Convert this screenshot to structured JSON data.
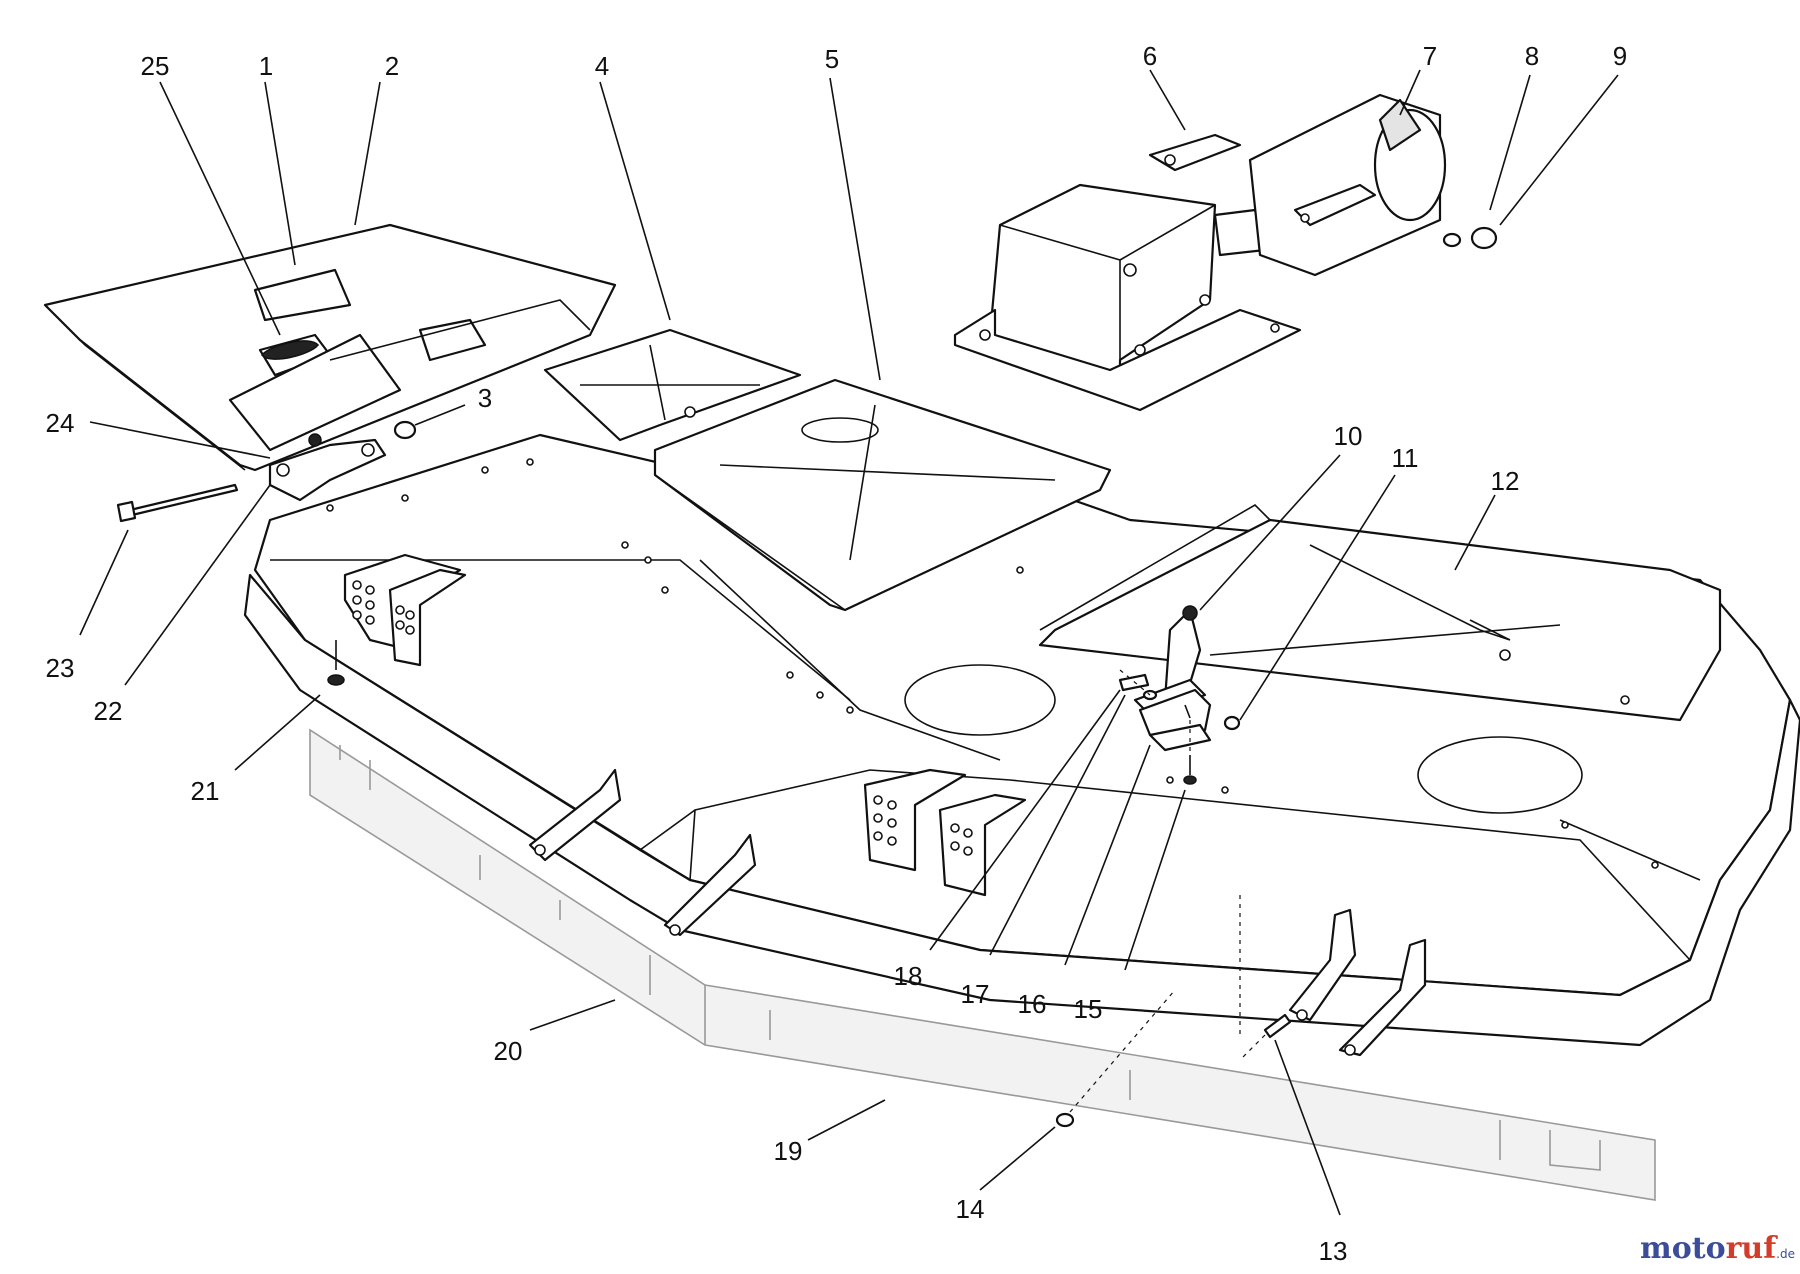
{
  "diagram": {
    "callouts": [
      {
        "id": "c25",
        "label": "25"
      },
      {
        "id": "c1",
        "label": "1"
      },
      {
        "id": "c2",
        "label": "2"
      },
      {
        "id": "c4",
        "label": "4"
      },
      {
        "id": "c5",
        "label": "5"
      },
      {
        "id": "c6",
        "label": "6"
      },
      {
        "id": "c7",
        "label": "7"
      },
      {
        "id": "c8",
        "label": "8"
      },
      {
        "id": "c9",
        "label": "9"
      },
      {
        "id": "c3",
        "label": "3"
      },
      {
        "id": "c24",
        "label": "24"
      },
      {
        "id": "c10",
        "label": "10"
      },
      {
        "id": "c11",
        "label": "11"
      },
      {
        "id": "c12",
        "label": "12"
      },
      {
        "id": "c23",
        "label": "23"
      },
      {
        "id": "c22",
        "label": "22"
      },
      {
        "id": "c21",
        "label": "21"
      },
      {
        "id": "c18",
        "label": "18"
      },
      {
        "id": "c17",
        "label": "17"
      },
      {
        "id": "c16",
        "label": "16"
      },
      {
        "id": "c15",
        "label": "15"
      },
      {
        "id": "c20",
        "label": "20"
      },
      {
        "id": "c19",
        "label": "19"
      },
      {
        "id": "c14",
        "label": "14"
      },
      {
        "id": "c13",
        "label": "13"
      }
    ]
  },
  "watermark": {
    "part1": "moto",
    "part2": "ruf",
    "suffix": ".de"
  },
  "colors": {
    "line": "#111111",
    "watermark_blue": "#3a4c9a",
    "watermark_red": "#d23c2a"
  }
}
